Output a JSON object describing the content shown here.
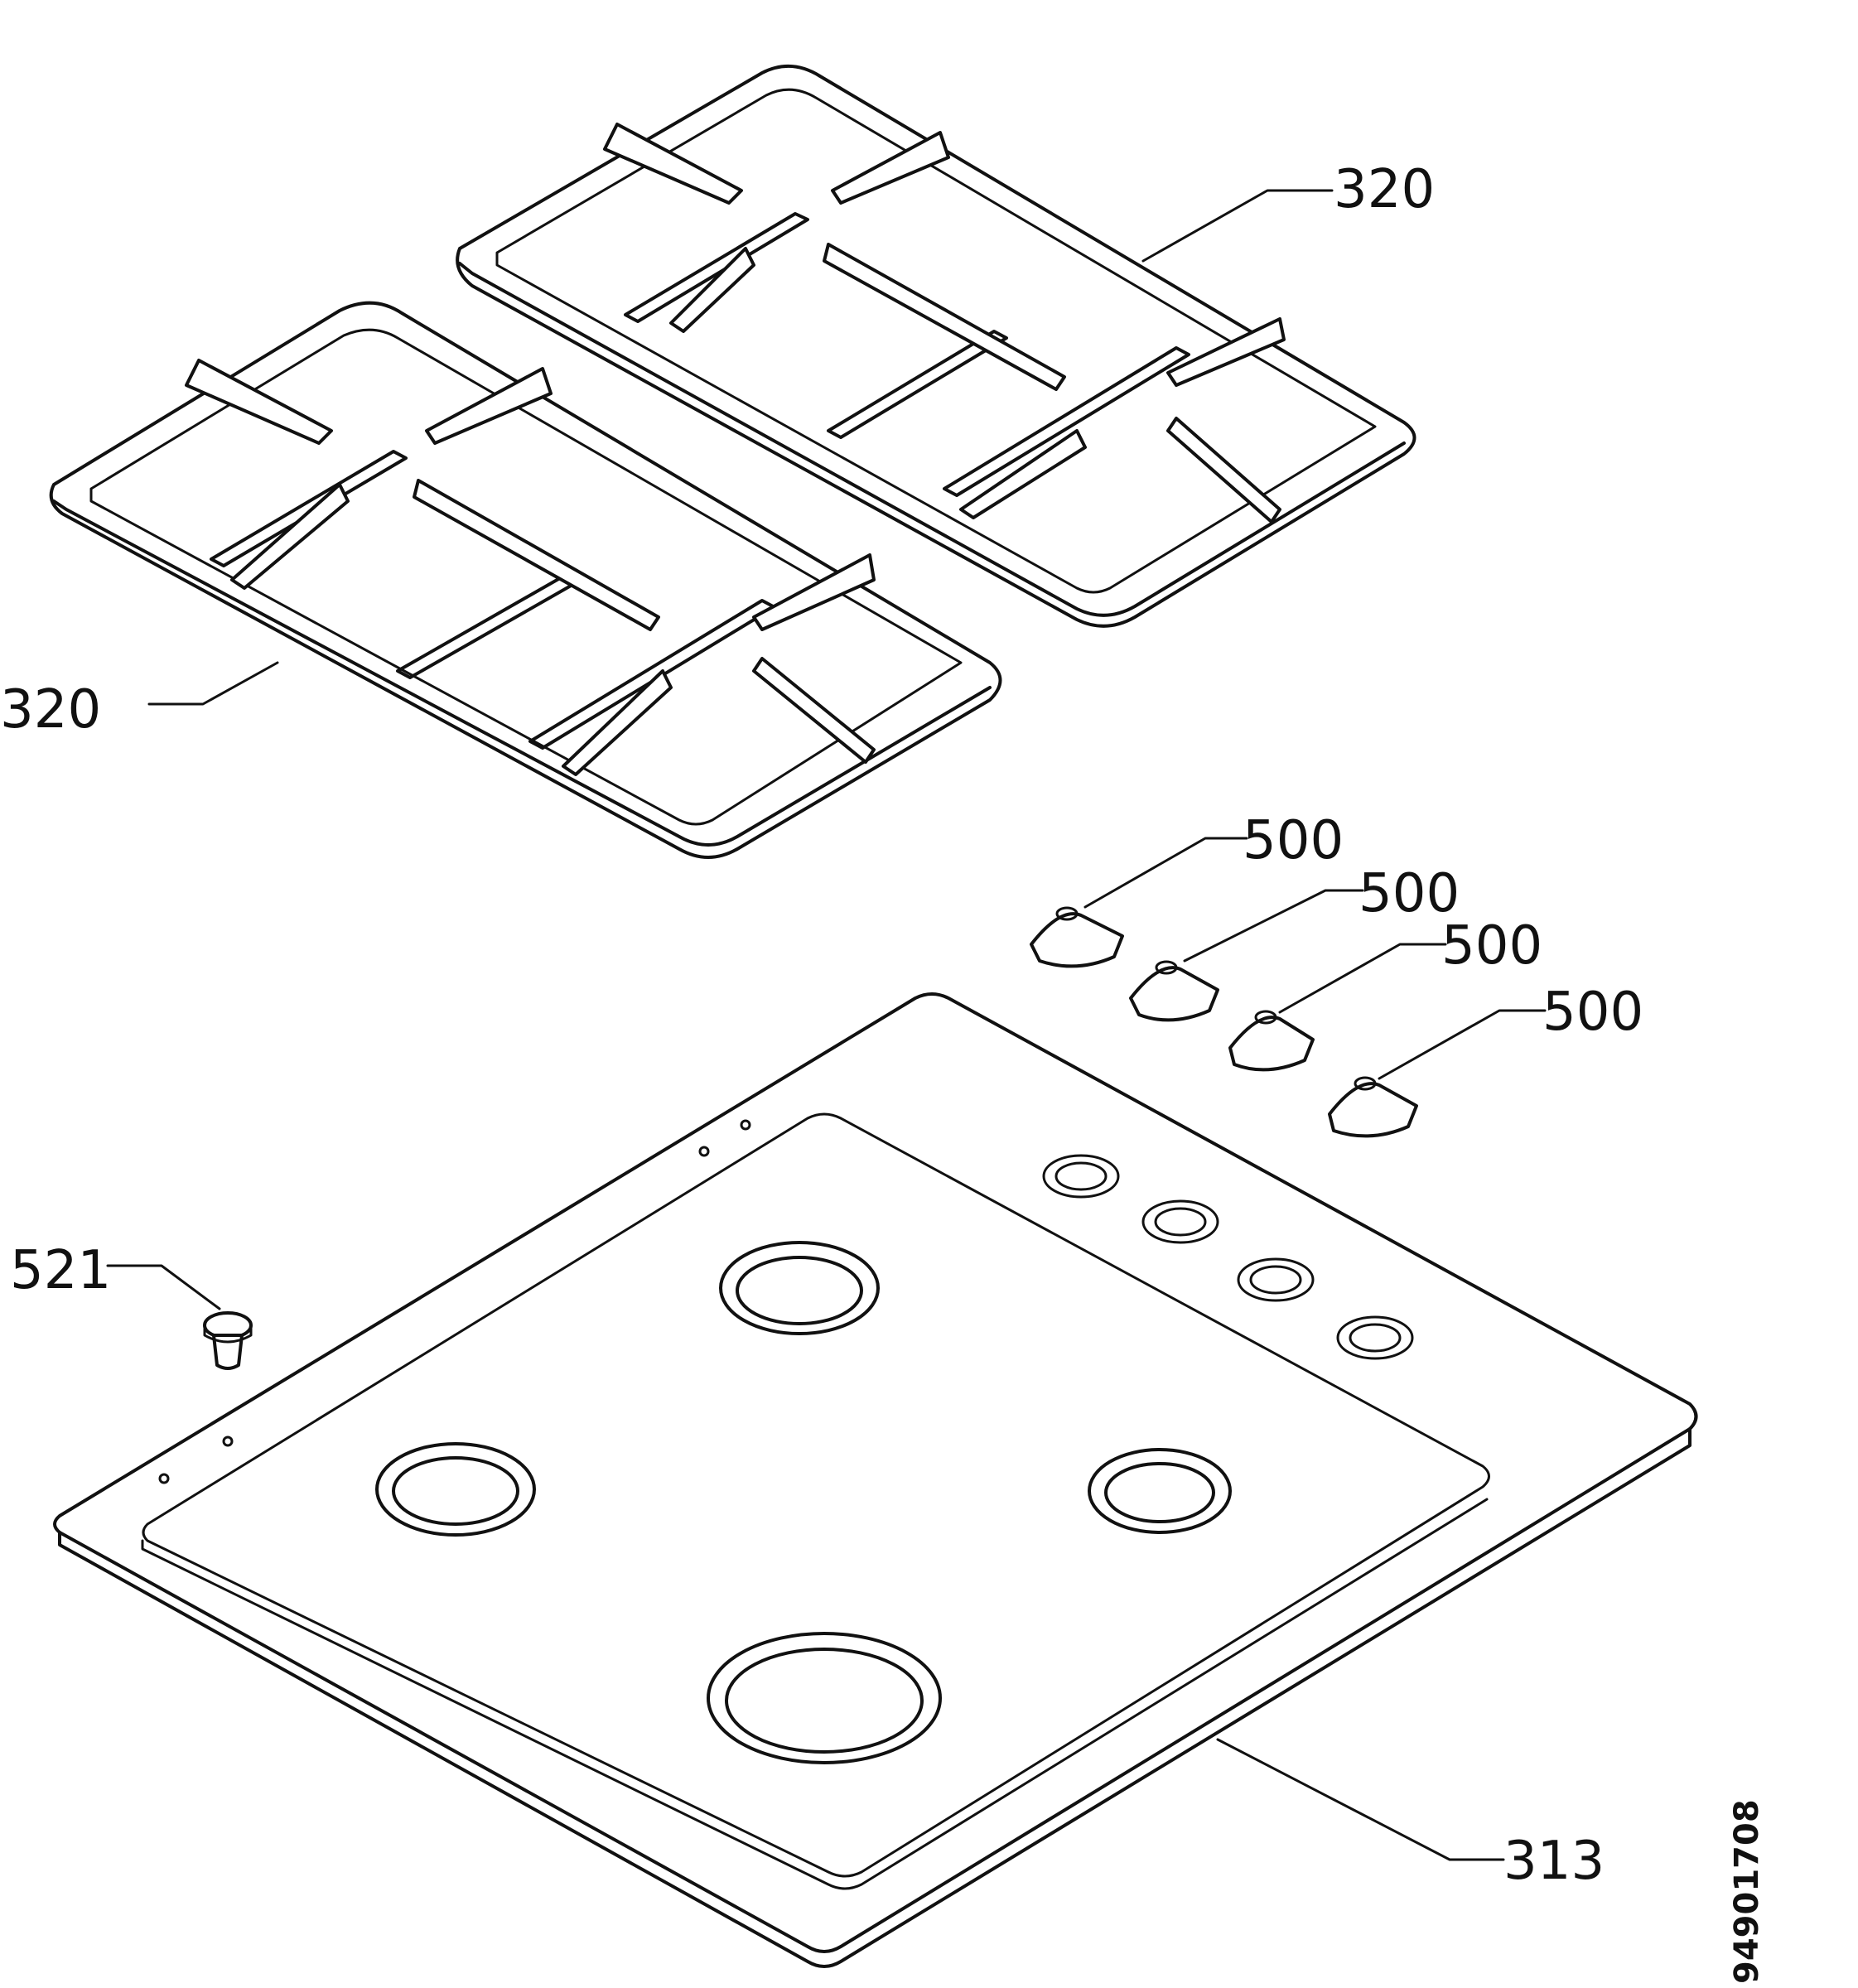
{
  "callouts": {
    "grate_top": "320",
    "grate_left": "320",
    "knob_1": "500",
    "knob_2": "500",
    "knob_3": "500",
    "knob_4": "500",
    "foot": "521",
    "hob_plate": "313"
  },
  "document_number": "94901708"
}
